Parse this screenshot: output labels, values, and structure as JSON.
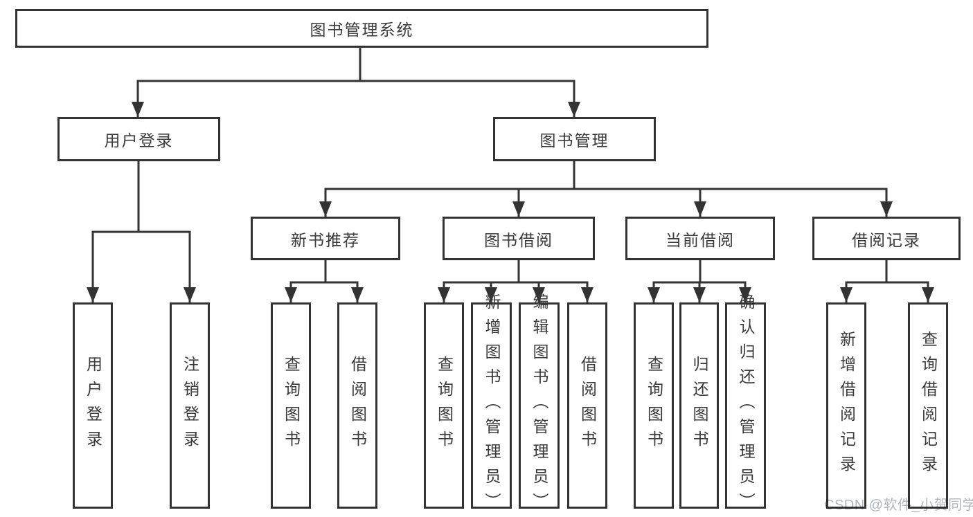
{
  "root": {
    "label": "图书管理系统"
  },
  "nodes": {
    "level2": [
      {
        "label": "用户登录"
      },
      {
        "label": "图书管理"
      }
    ],
    "level3": [
      {
        "label": "新书推荐"
      },
      {
        "label": "图书借阅"
      },
      {
        "label": "当前借阅"
      },
      {
        "label": "借阅记录"
      }
    ],
    "leaves": [
      {
        "label": "用户登录"
      },
      {
        "label": "注销登录"
      },
      {
        "label": "查询图书"
      },
      {
        "label": "借阅图书"
      },
      {
        "label": "查询图书"
      },
      {
        "label": "新增图书（管理员）"
      },
      {
        "label": "编辑图书（管理员）"
      },
      {
        "label": "借阅图书"
      },
      {
        "label": "查询图书"
      },
      {
        "label": "归还图书"
      },
      {
        "label": "确认归还（管理员）"
      },
      {
        "label": "新增借阅记录"
      },
      {
        "label": "查询借阅记录"
      }
    ]
  },
  "watermark": {
    "text": "CSDN @软件_小贺同学"
  },
  "colors": {
    "line": "#333333",
    "box_border": "#333333",
    "text": "#3a3a3a",
    "box_background": "#ffffff",
    "page_background": "#ffffff",
    "watermark": "#b2b6b9"
  }
}
